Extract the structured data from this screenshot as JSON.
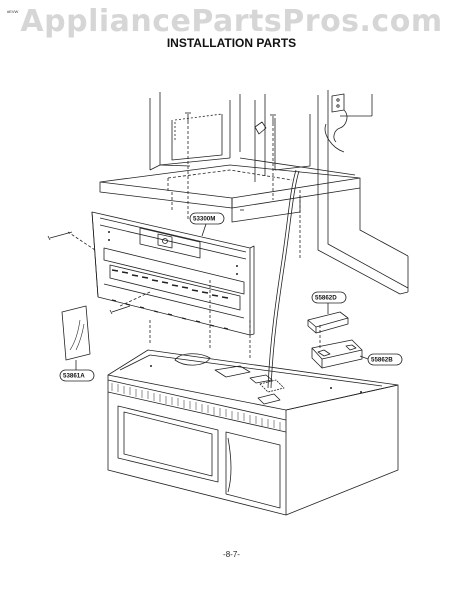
{
  "watermark": "AppliancePartsPros.com",
  "corner_code": "#EVW",
  "title": "INSTALLATION PARTS",
  "page_number": "-8-7-",
  "parts": [
    {
      "id": "mounting-plate",
      "label": "53300M"
    },
    {
      "id": "top-cabinet-plate",
      "label": "55862D"
    },
    {
      "id": "exhaust-adaptor",
      "label": "55862B"
    },
    {
      "id": "template-sheet",
      "label": "53861A"
    }
  ]
}
